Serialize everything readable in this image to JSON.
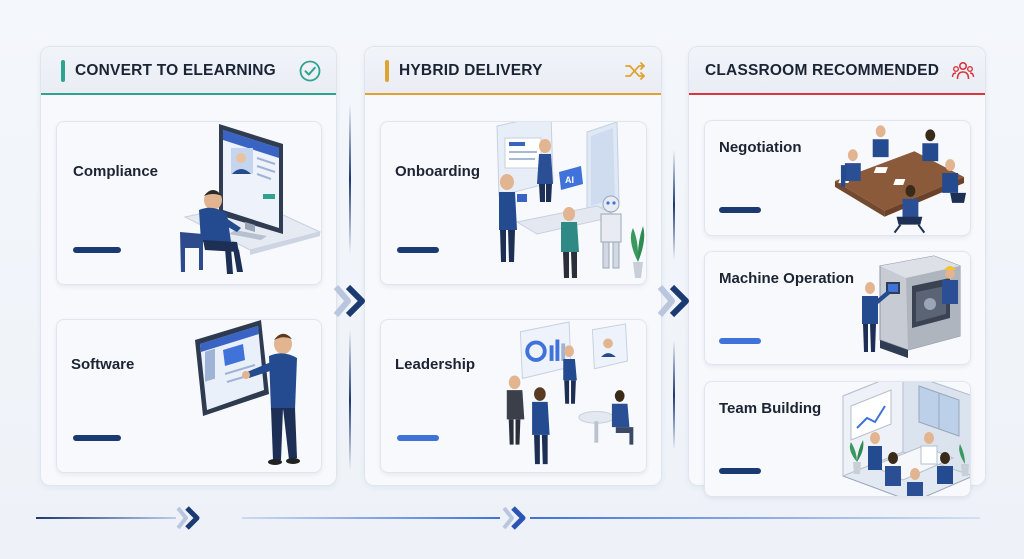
{
  "columns": [
    {
      "title": "CONVERT TO ELEARNING",
      "accent": "#2fa38f",
      "icon": "check-circle-icon",
      "cards": [
        {
          "label": "Compliance",
          "bar_color": "#1c3a72"
        },
        {
          "label": "Software",
          "bar_color": "#1c3a72"
        }
      ]
    },
    {
      "title": "HYBRID DELIVERY",
      "accent": "#e0a332",
      "icon": "shuffle-icon",
      "cards": [
        {
          "label": "Onboarding",
          "bar_color": "#1c3a72"
        },
        {
          "label": "Leadership",
          "bar_color": "#3f73d9"
        }
      ]
    },
    {
      "title": "CLASSROOM RECOMMENDED",
      "accent": "#d9363e",
      "icon": "people-group-icon",
      "cards": [
        {
          "label": "Negotiation",
          "bar_color": "#1c3a72"
        },
        {
          "label": "Machine Operation",
          "bar_color": "#3f73d9"
        },
        {
          "label": "Team Building",
          "bar_color": "#1c3a72"
        }
      ]
    }
  ],
  "screen_text": "AI",
  "colors": {
    "navy": "#1c3a72",
    "blue": "#3f73d9",
    "suit": "#244a8f"
  }
}
